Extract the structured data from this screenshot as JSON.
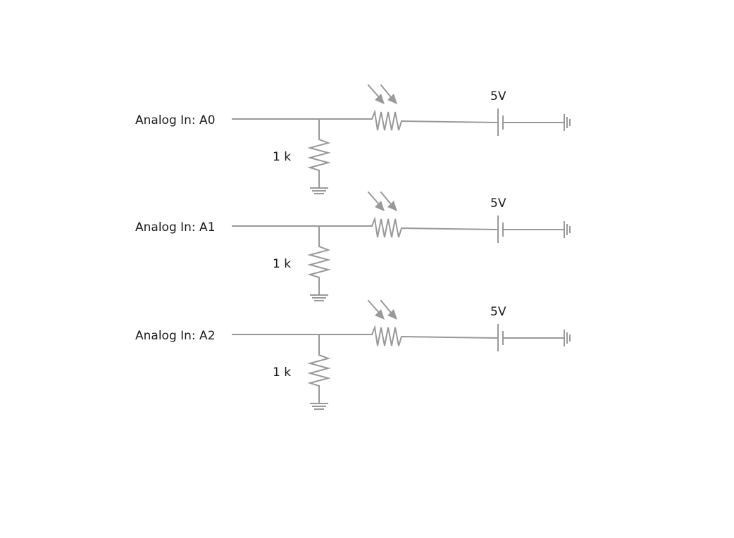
{
  "circuits": [
    {
      "input_label": "Analog In: A0",
      "resistor_label": "1 k",
      "source_label": "5V"
    },
    {
      "input_label": "Analog In: A1",
      "resistor_label": "1 k",
      "source_label": "5V"
    },
    {
      "input_label": "Analog In: A2",
      "resistor_label": "1 k",
      "source_label": "5V"
    }
  ],
  "colors": {
    "wire": "#999999",
    "text": "#1a1a1a",
    "background": "#ffffff"
  }
}
